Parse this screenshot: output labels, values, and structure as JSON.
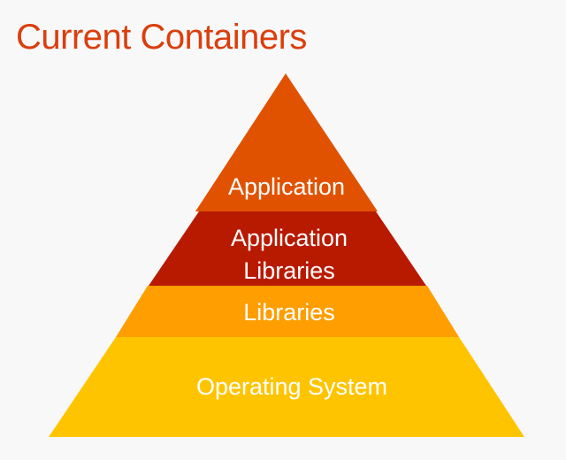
{
  "title": "Current Containers",
  "layers": [
    {
      "lines": [
        "Application"
      ],
      "color": "#e05200"
    },
    {
      "lines": [
        "Application",
        "Libraries"
      ],
      "color": "#b81a00"
    },
    {
      "lines": [
        "Libraries"
      ],
      "color": "#ff9e00"
    },
    {
      "lines": [
        "Operating System"
      ],
      "color": "#ffc400"
    }
  ]
}
